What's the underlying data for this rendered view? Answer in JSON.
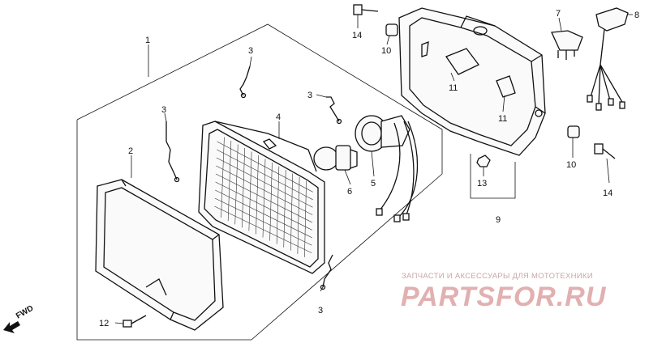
{
  "callouts": {
    "c1": "1",
    "c2": "2",
    "c3a": "3",
    "c3b": "3",
    "c3c": "3",
    "c3d": "3",
    "c4": "4",
    "c5": "5",
    "c6": "6",
    "c7": "7",
    "c8": "8",
    "c9": "9",
    "c10a": "10",
    "c10b": "10",
    "c11a": "11",
    "c11b": "11",
    "c12": "12",
    "c13": "13",
    "c14a": "14",
    "c14b": "14"
  },
  "direction_label": "FWD",
  "watermark": {
    "subtitle": "ЗАПЧАСТИ И АКСЕССУАРЫ ДЛЯ МОТОТЕХНИКИ",
    "brand": "PARTSFOR.RU"
  },
  "colors": {
    "line": "#111111",
    "watermark": "#e2b0b0"
  }
}
